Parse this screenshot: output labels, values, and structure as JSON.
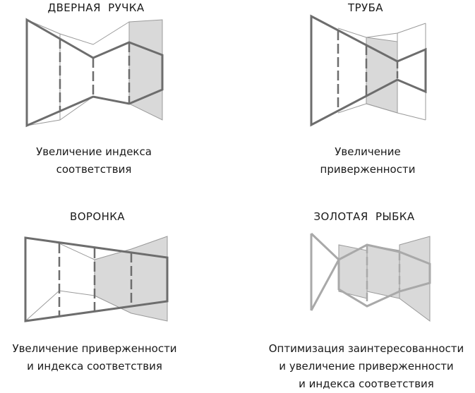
{
  "colors": {
    "outline": "#6d6d6d",
    "outline_light": "#a9a9a9",
    "thin": "#9a9a9a",
    "fill": "#d9d9d9"
  },
  "panels": [
    {
      "id": "door-handle",
      "title": "ДВЕРНАЯ  РУЧКА",
      "caption": [
        "Увеличение индекса",
        "соответствия"
      ]
    },
    {
      "id": "pipe",
      "title": "ТРУБА",
      "caption": [
        "Увеличение",
        "приверженности"
      ]
    },
    {
      "id": "funnel",
      "title": "ВОРОНКА",
      "caption": [
        "Увеличение приверженности",
        "и индекса соответствия"
      ]
    },
    {
      "id": "goldfish",
      "title": "ЗОЛОТАЯ  РЫБКА",
      "caption": [
        "Оптимизация заинтересованности",
        "и увеличение приверженности",
        "и индекса соответствия"
      ]
    }
  ]
}
